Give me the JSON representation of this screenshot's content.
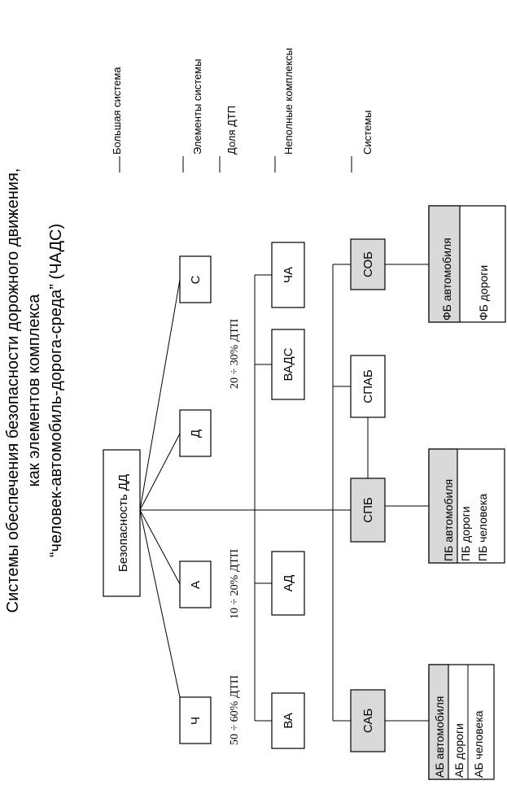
{
  "title": {
    "line1": "Системы обеспечения безопасности дорожного движения,",
    "line2": "как элементов комплекса",
    "line3": "“человек-автомобиль-дорога-среда” (ЧАДС)"
  },
  "labels": {
    "big_system": "Большая система",
    "system_elements": "Элементы системы",
    "dtp_share": "Доля ДТП",
    "incomplete_complexes": "Неполные комплексы",
    "systems": "Системы"
  },
  "root": "Безопасность ДД",
  "elements": [
    "Ч",
    "А",
    "Д",
    "С"
  ],
  "shares": {
    "ch": "50 ÷ 60% ДТП",
    "a": "10 ÷ 20% ДТП",
    "ds": "20 ÷ 30% ДТП"
  },
  "complexes": [
    "ВА",
    "АД",
    "ВАДС",
    "ЧА"
  ],
  "systems": [
    "САБ",
    "СПБ",
    "СПАБ",
    "СОБ"
  ],
  "sab_detail": [
    "АБ автомобиля",
    "АБ дороги",
    "АБ человека"
  ],
  "spb_detail": [
    "ПБ автомобиля",
    "ПБ дороги",
    "ПБ человека"
  ],
  "sob_detail": [
    "ФБ автомобиля",
    "ФБ дороги"
  ],
  "colors": {
    "grey_fill": "#d9d9d9",
    "line": "#000000"
  }
}
